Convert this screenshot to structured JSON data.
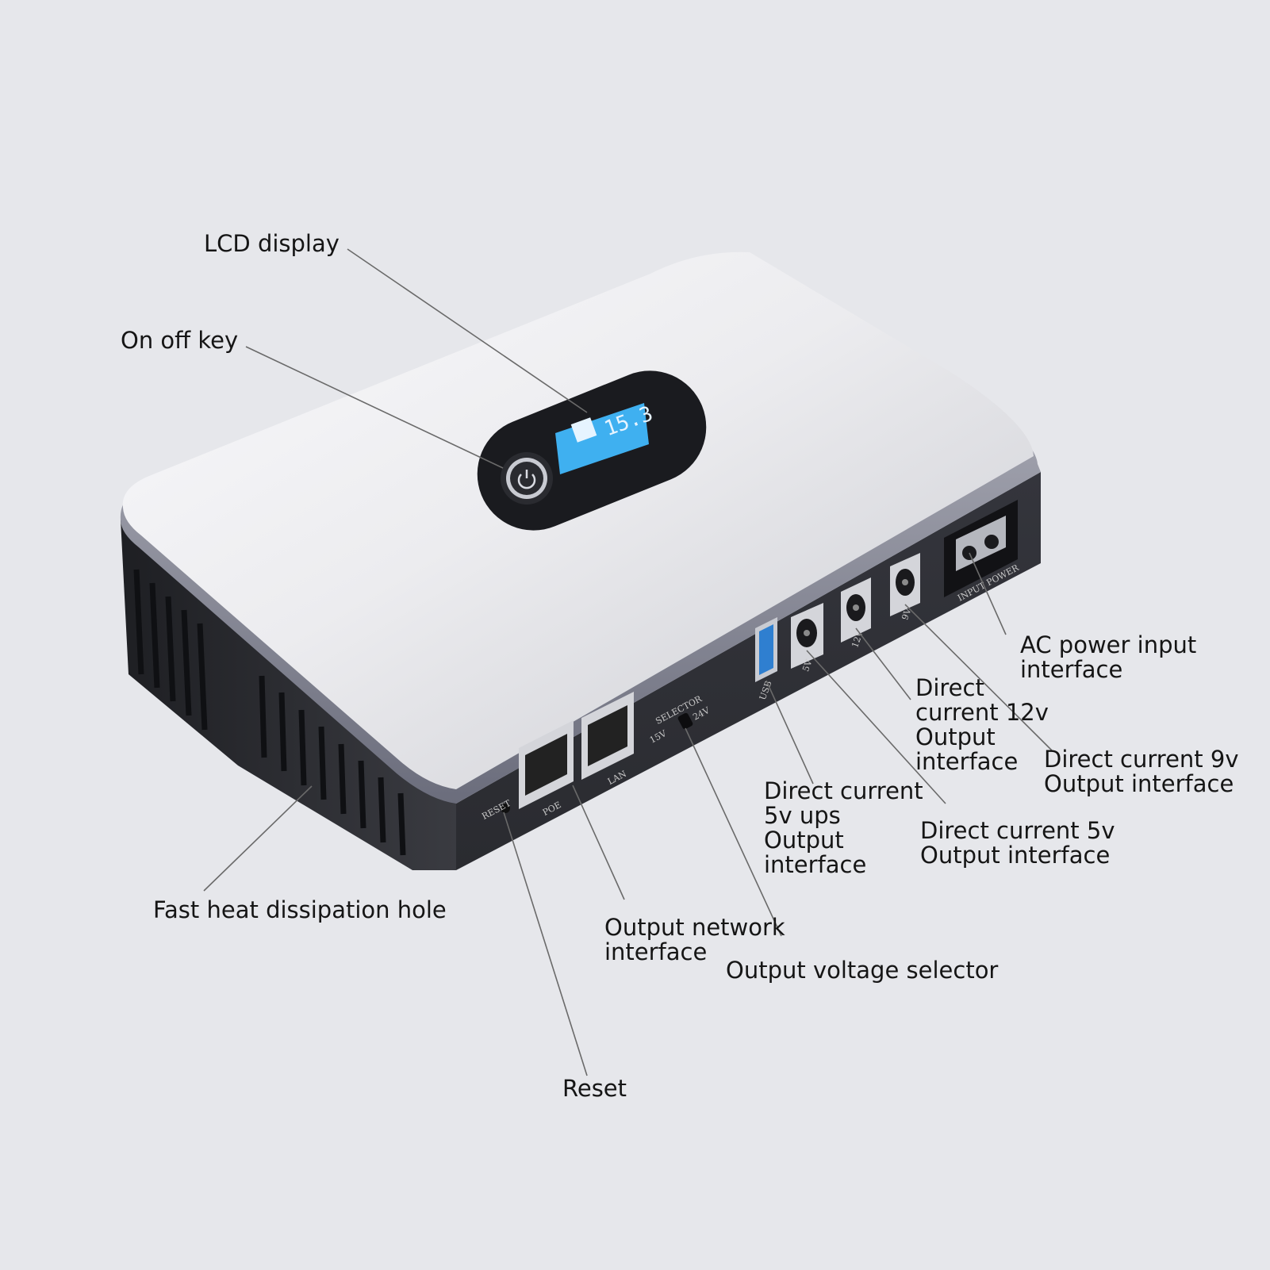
{
  "labels": {
    "lcd_display": "LCD display",
    "on_off_key": "On off key",
    "ac_power_input": [
      "AC power input",
      "interface"
    ],
    "dc_12v": [
      "Direct",
      "current 12v",
      "Output",
      "interface"
    ],
    "dc_9v": [
      "Direct current 9v",
      "Output interface"
    ],
    "dc_5v_ups": [
      "Direct current",
      "5v ups",
      "Output",
      "interface"
    ],
    "dc_5v": [
      "Direct current 5v",
      "Output interface"
    ],
    "heat_dissipation": "Fast heat dissipation hole",
    "output_network": [
      "Output network",
      "interface"
    ],
    "voltage_selector": "Output voltage selector",
    "reset": "Reset"
  },
  "device_markings": {
    "lcd_value": "15.3",
    "reset": "RESET",
    "poe": "POE",
    "lan": "LAN",
    "selector": "SELECTOR",
    "sel_15v": "15V",
    "sel_24v": "24V",
    "usb": "USB",
    "p5v": "5V",
    "p12v": "12V",
    "p9v": "9V",
    "input": "INPUT POWER"
  },
  "colors": {
    "background": "#e6e7eb",
    "shell": "#f2f2f4",
    "body": "#2b2c31",
    "lcd": "#3fb0f0",
    "usb": "#2f7fd0"
  }
}
